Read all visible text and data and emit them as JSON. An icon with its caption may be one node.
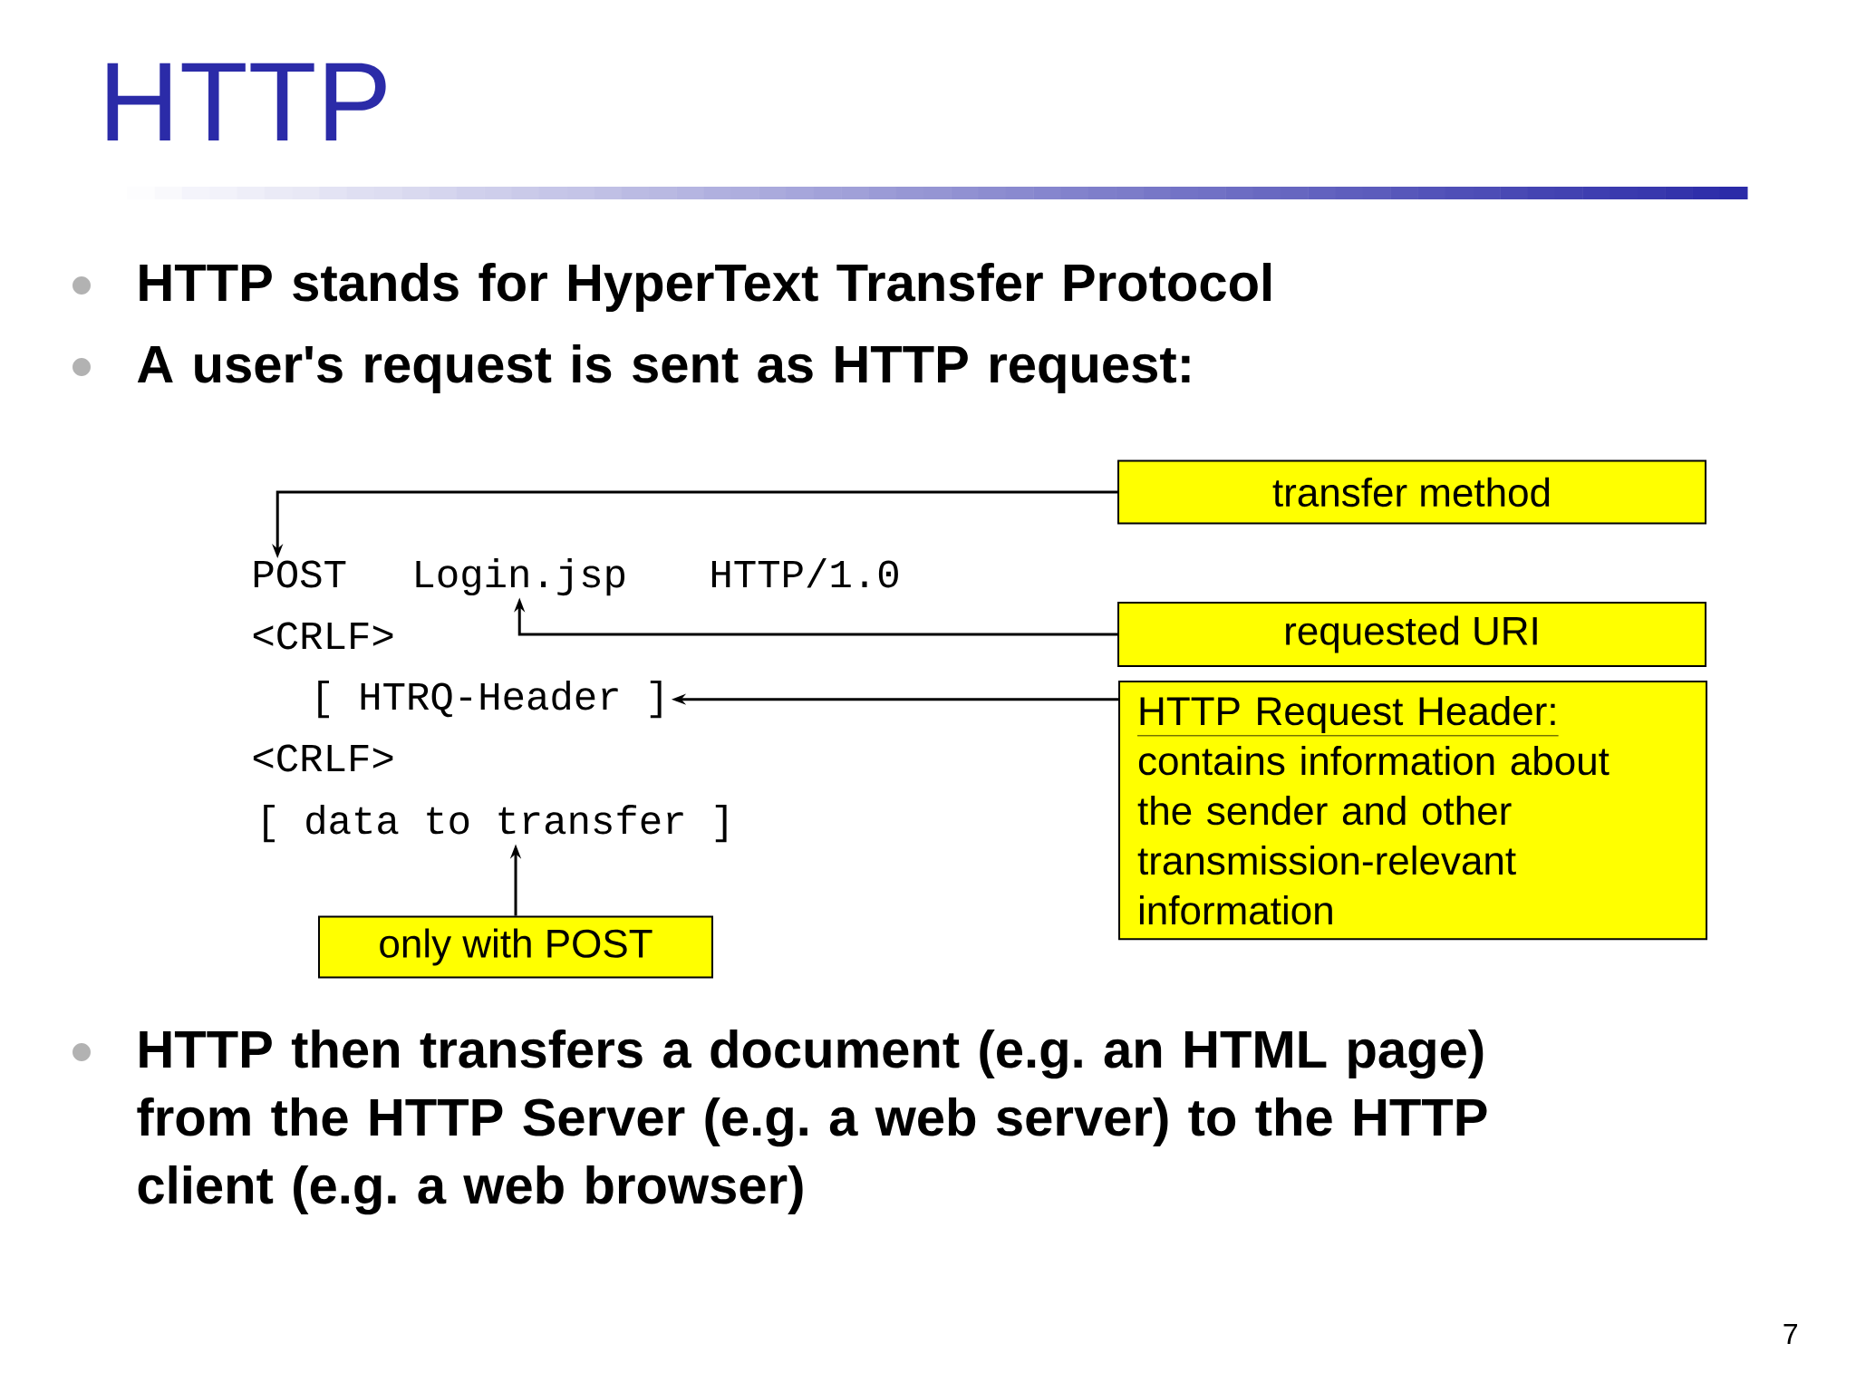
{
  "diagram": {
    "title": "HTTP",
    "nodes": [
      {
        "text": [
          "POST"
        ]
      },
      {
        "text": [
          "Login.jsp"
        ]
      },
      {
        "text": [
          "HTTP/1.0"
        ]
      },
      {
        "text": [
          "<CRLF>"
        ]
      },
      {
        "text": [
          "[ HTRQ-Header ]"
        ]
      },
      {
        "text": [
          "<CRLF>"
        ]
      },
      {
        "text": [
          "[ data to transfer ]"
        ]
      },
      {
        "text": [
          "transfer method"
        ]
      },
      {
        "text": [
          "requested URI"
        ]
      },
      {
        "text": [
          "HTTP Request Header:",
          "contains information about the sender and other transmission-relevant information"
        ]
      },
      {
        "text": [
          "only with POST"
        ]
      }
    ],
    "edges": [
      {
        "from": 7,
        "to": 0,
        "arrow": "to"
      },
      {
        "from": 8,
        "to": 1,
        "arrow": "to"
      },
      {
        "from": 9,
        "to": 4,
        "arrow": "to"
      },
      {
        "from": 10,
        "to": 6,
        "arrow": "to"
      }
    ],
    "labels": [
      "HTTP stands for HyperText Transfer Protocol",
      "A user's request is sent as HTTP request:",
      "HTTP then transfers a document (e.g. an HTML page) from the HTTP Server (e.g. a web server) to the HTTP client (e.g. a web browser)",
      "7"
    ]
  }
}
